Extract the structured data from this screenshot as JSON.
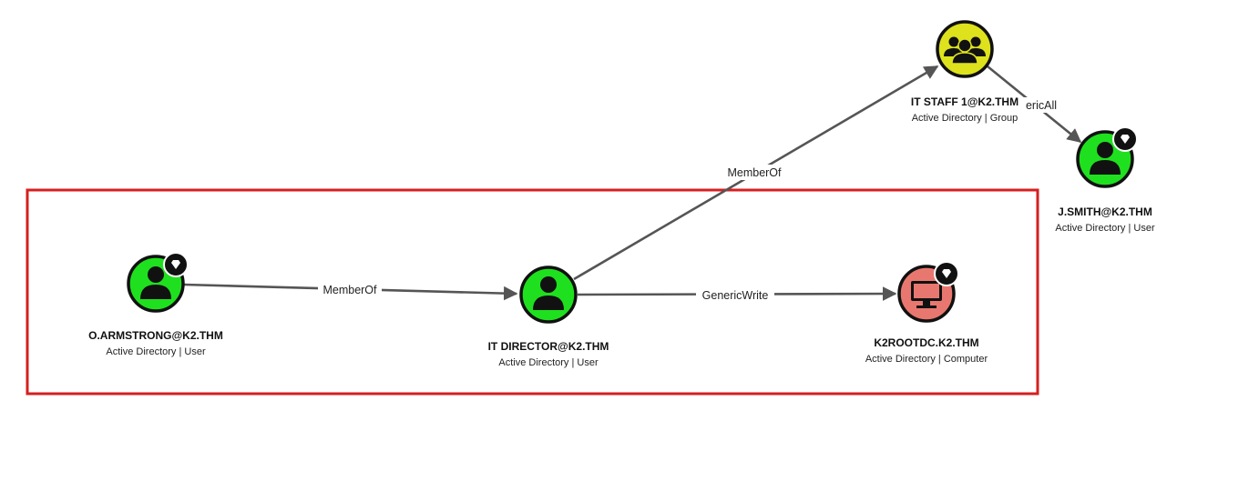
{
  "colors": {
    "user": "#1fe01f",
    "group": "#dde21d",
    "computer": "#e8786f",
    "edge": "#555555",
    "highlight_box": "#d61f1f",
    "badge": "#111111"
  },
  "nodes": [
    {
      "id": "armstrong",
      "name": "O.ARMSTRONG@K2.THM",
      "type": "Active Directory | User",
      "kind": "user",
      "icon": "user-icon",
      "badge": true
    },
    {
      "id": "director",
      "name": "IT DIRECTOR@K2.THM",
      "type": "Active Directory | User",
      "kind": "user",
      "icon": "user-icon",
      "badge": false
    },
    {
      "id": "k2rootdc",
      "name": "K2ROOTDC.K2.THM",
      "type": "Active Directory | Computer",
      "kind": "computer",
      "icon": "computer-icon",
      "badge": true
    },
    {
      "id": "itstaff",
      "name": "IT STAFF 1@K2.THM",
      "type": "Active Directory | Group",
      "kind": "group",
      "icon": "group-icon",
      "badge": false
    },
    {
      "id": "jsmith",
      "name": "J.SMITH@K2.THM",
      "type": "Active Directory | User",
      "kind": "user",
      "icon": "user-icon",
      "badge": true
    }
  ],
  "edges": [
    {
      "from": "armstrong",
      "to": "director",
      "label": "MemberOf"
    },
    {
      "from": "director",
      "to": "k2rootdc",
      "label": "GenericWrite"
    },
    {
      "from": "director",
      "to": "itstaff",
      "label": "MemberOf"
    },
    {
      "from": "itstaff",
      "to": "jsmith",
      "label": "ericAll"
    }
  ]
}
